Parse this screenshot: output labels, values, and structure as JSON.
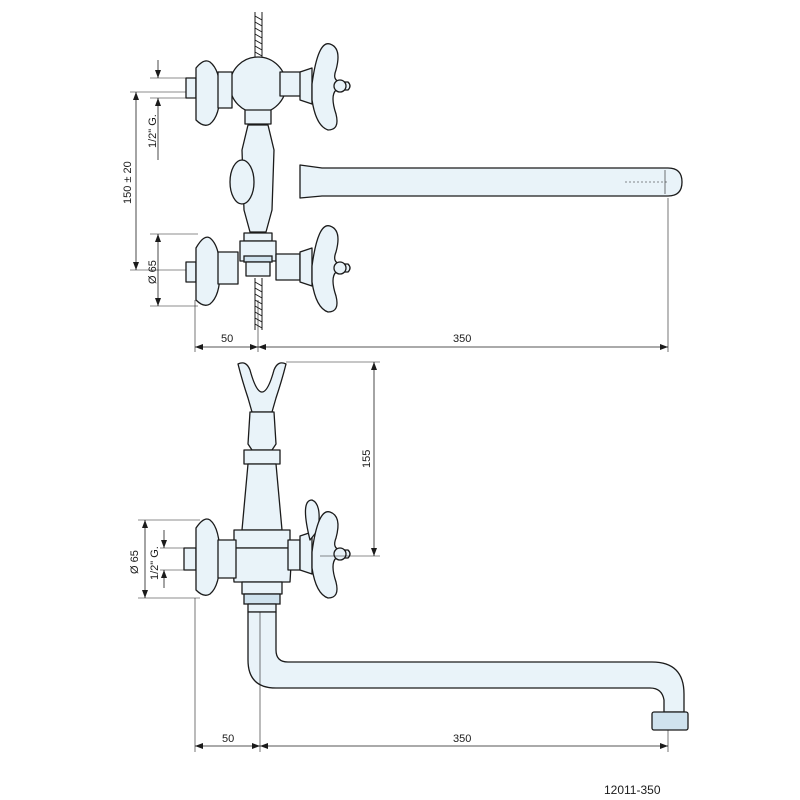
{
  "top_view": {
    "dim_thread": "1/2\" G.",
    "dim_spacing": "150 ± 20",
    "dim_diameter": "Ø 65",
    "dim_wall": "50",
    "dim_spout": "350"
  },
  "bottom_view": {
    "dim_height": "155",
    "dim_diameter": "Ø 65",
    "dim_thread": "1/2\" G.",
    "dim_wall": "50",
    "dim_spout": "350"
  },
  "product_code": "12011-350",
  "colors": {
    "part_fill": "#e9f3f9",
    "line": "#1b1b1b"
  }
}
